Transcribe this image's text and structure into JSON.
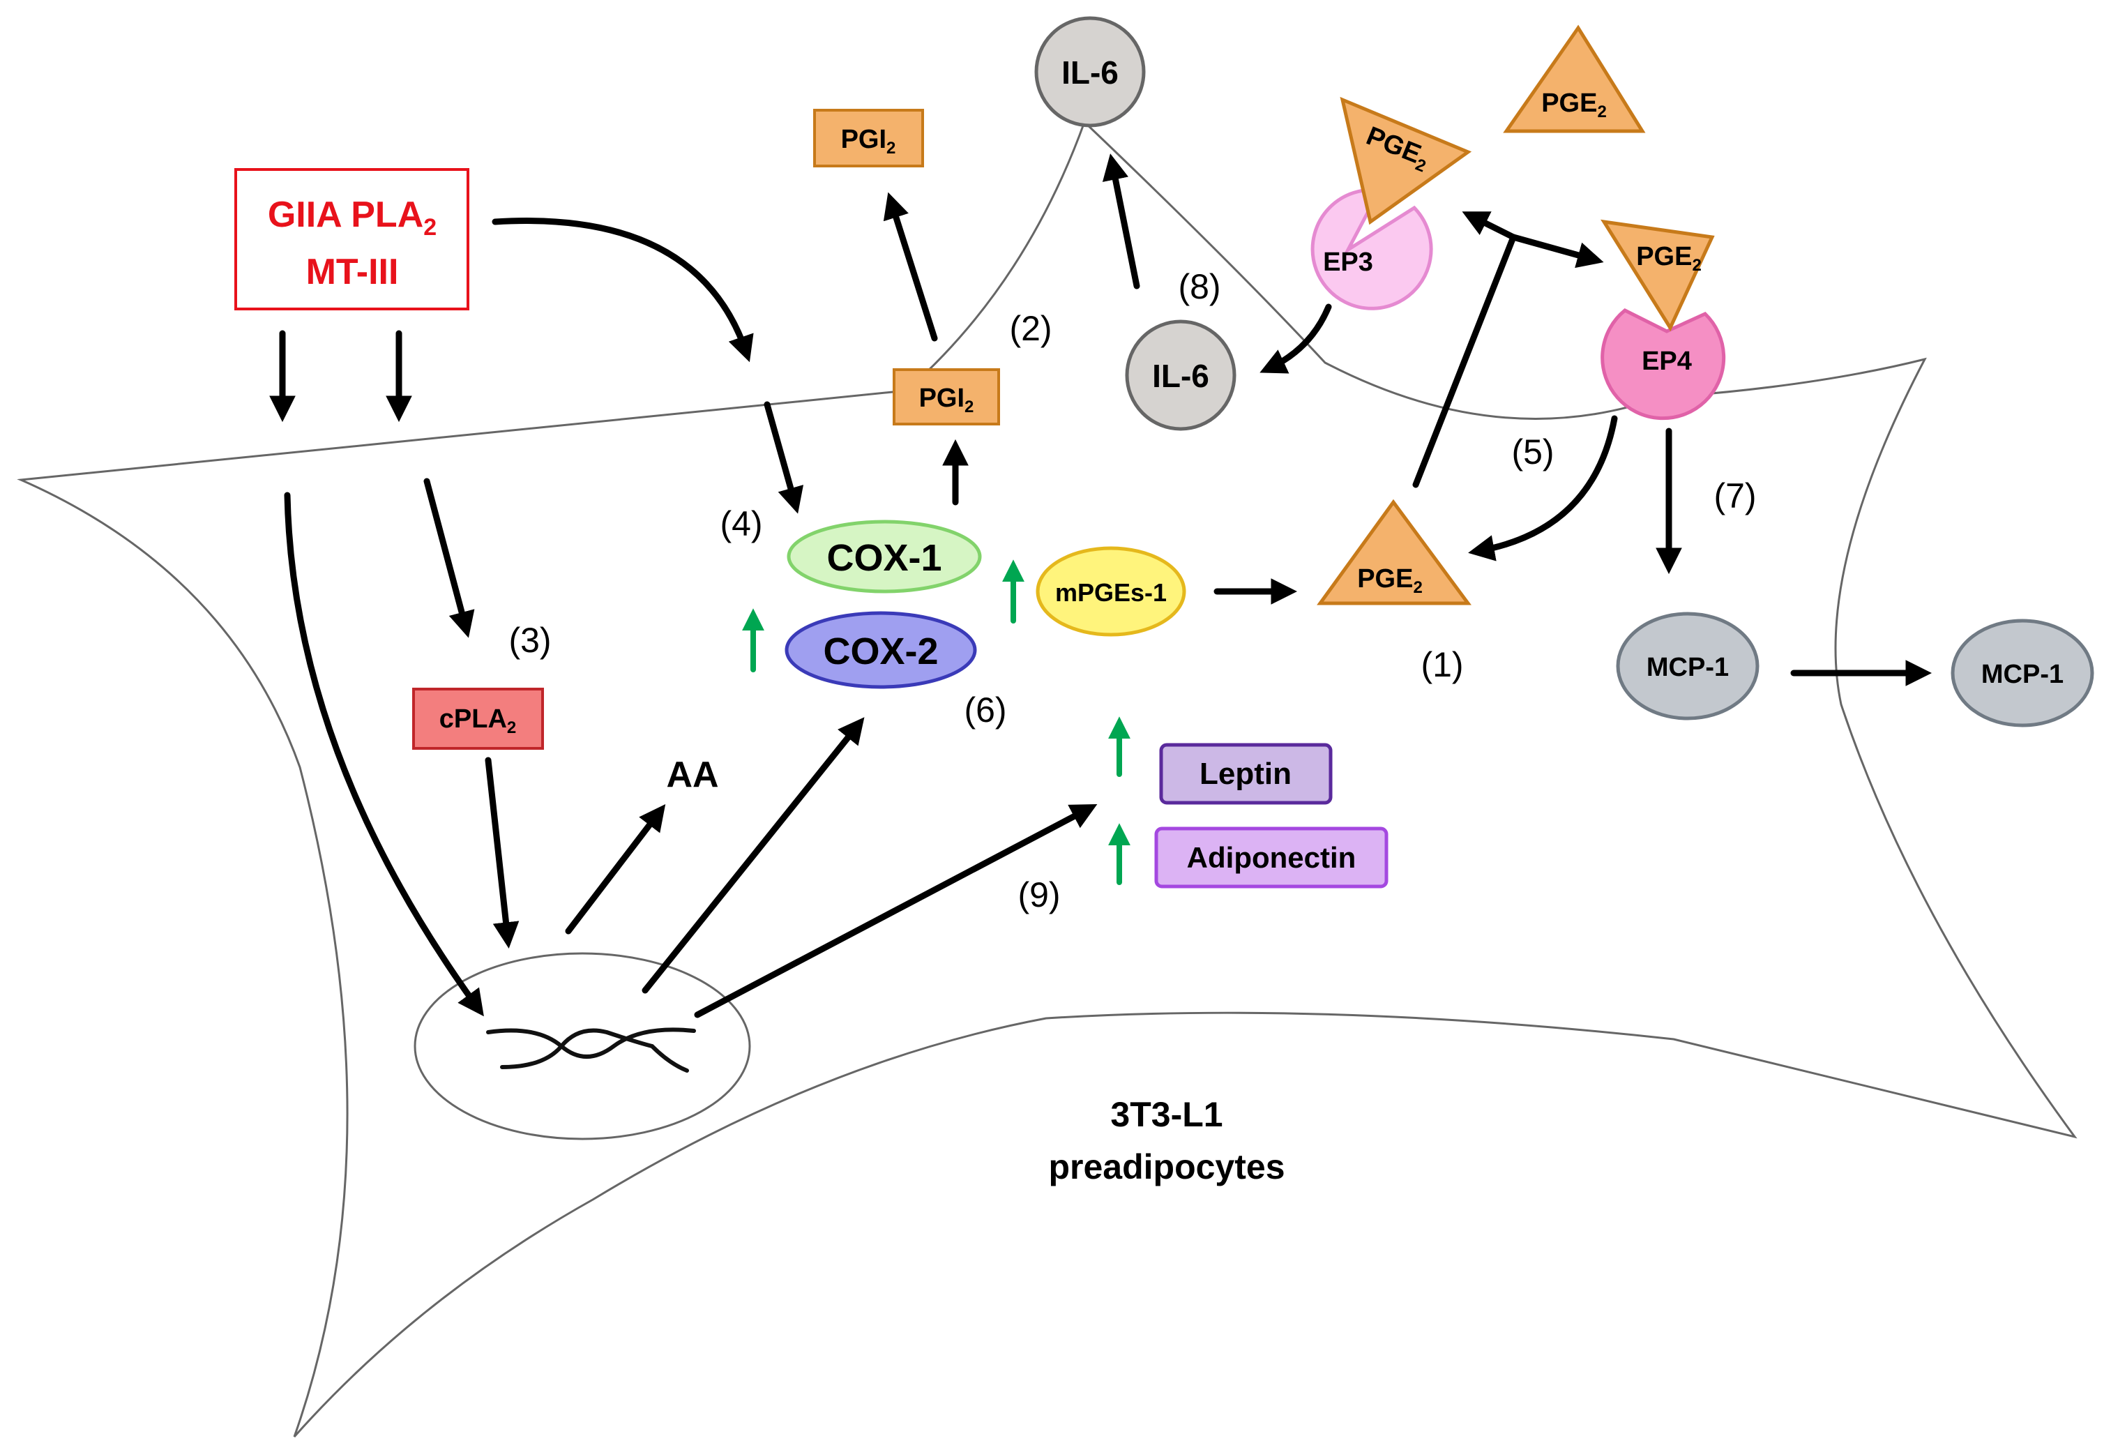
{
  "stimulus": {
    "line1_main": "GIIA PLA",
    "line1_sub": "2",
    "line2": "MT-III"
  },
  "cell_label": {
    "line1": "3T3-L1",
    "line2": "preadipocytes"
  },
  "molecules": {
    "il6_out": "IL-6",
    "il6_in": "IL-6",
    "pgi2_out_main": "PGI",
    "pgi2_out_sub": "2",
    "pgi2_in_main": "PGI",
    "pgi2_in_sub": "2",
    "pge2_free_main": "PGE",
    "pge2_free_sub": "2",
    "pge2_ep3_main": "PGE",
    "pge2_ep3_sub": "2",
    "pge2_ep4_main": "PGE",
    "pge2_ep4_sub": "2",
    "pge2_in_main": "PGE",
    "pge2_in_sub": "2",
    "ep3": "EP3",
    "ep4": "EP4",
    "cox1": "COX-1",
    "cox2": "COX-2",
    "mpges1": "mPGEs-1",
    "cpla2_main": "cPLA",
    "cpla2_sub": "2",
    "aa": "AA",
    "leptin": "Leptin",
    "adiponectin": "Adiponectin",
    "mcp1_in": "MCP-1",
    "mcp1_out": "MCP-1"
  },
  "steps": {
    "s1": "(1)",
    "s2": "(2)",
    "s3": "(3)",
    "s4": "(4)",
    "s5": "(5)",
    "s6": "(6)",
    "s7": "(7)",
    "s8": "(8)",
    "s9": "(9)"
  },
  "colors": {
    "stimulus_red": "#e8121b",
    "pg_orange": "#f4b26c",
    "pg_orange_border": "#c77a1a",
    "cox1_green": "#d6f5c4",
    "cox2_blue": "#9f9ff0",
    "mpges_yellow": "#fff47c",
    "cpla2_red": "#f37e7e",
    "leptin_purple": "#ccb8e6",
    "adiponectin_purple": "#dcb3f4",
    "ep3_pink": "#fbc9f0",
    "ep4_pink": "#f58fc4",
    "cytokine_grey": "#d6d3d0",
    "mcp1_grey": "#c3c8ce",
    "upregulation_green": "#00a651"
  }
}
